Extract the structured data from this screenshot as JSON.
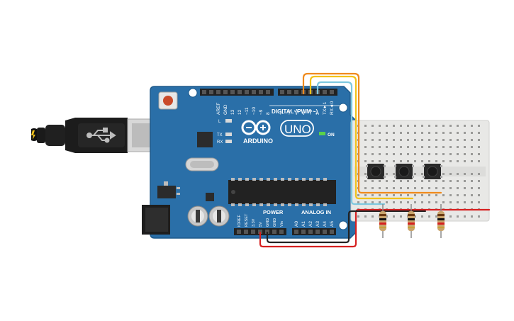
{
  "board": {
    "brand": "ARDUINO",
    "model": "UNO",
    "digital_label": "DIGITAL (PWM ~)",
    "power_label": "POWER",
    "analog_label": "ANALOG IN",
    "on_label": "ON",
    "led_l": "L",
    "led_tx": "TX",
    "led_rx": "RX",
    "pins_digital": [
      "AREF",
      "GND",
      "13",
      "12",
      "~11",
      "~10",
      "~9",
      "8",
      "7",
      "~6",
      "~5",
      "4",
      "~3",
      "2",
      "TX►1",
      "RX◄0"
    ],
    "pins_power": [
      "IOREF",
      "RESET",
      "3.3V",
      "5V",
      "GND",
      "GND",
      "Vin"
    ],
    "pins_analog": [
      "A0",
      "A1",
      "A2",
      "A3",
      "A4",
      "A5"
    ]
  },
  "colors": {
    "board": "#2a6fa8",
    "board_dark": "#1f5a8b",
    "breadboard": "#e8e8e6",
    "wire_red": "#d62020",
    "wire_black": "#222222",
    "wire_orange": "#f08a1c",
    "wire_yellow": "#f2c21a",
    "wire_cyan": "#7ec8df"
  },
  "parts": {
    "buttons": [
      "pushbutton-1",
      "pushbutton-2",
      "pushbutton-3"
    ],
    "resistors": [
      "resistor-1",
      "resistor-2",
      "resistor-3"
    ]
  }
}
